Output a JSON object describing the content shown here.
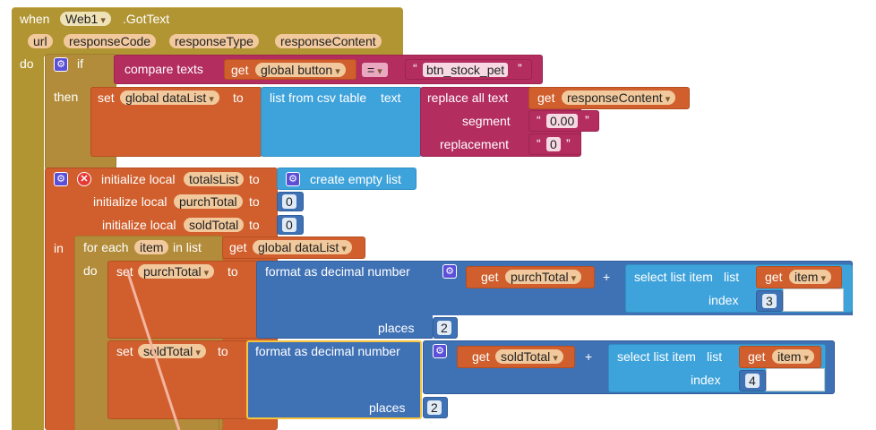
{
  "event": {
    "keyword_when": "when",
    "component": "Web1",
    "event_name": ".GotText",
    "params": [
      "url",
      "responseCode",
      "responseType",
      "responseContent"
    ],
    "keyword_do": "do"
  },
  "if_block": {
    "keyword_if": "if",
    "keyword_then": "then",
    "compare_label": "compare texts",
    "get_label": "get",
    "left_var": "global button",
    "operator": "=",
    "right_text": "btn_stock_pet"
  },
  "set_datalist": {
    "set_label": "set",
    "var": "global dataList",
    "to_label": "to",
    "csv_label": "list from csv table",
    "text_label": "text",
    "replace_label": "replace all text",
    "get_label": "get",
    "source_var": "responseContent",
    "segment_label": "segment",
    "segment_value": "0.00",
    "replacement_label": "replacement",
    "replacement_value": "0"
  },
  "init_local": {
    "init_label": "initialize local",
    "to_label": "to",
    "vars": [
      {
        "name": "totalsList",
        "value": "create empty list"
      },
      {
        "name": "purchTotal",
        "value": "0"
      },
      {
        "name": "soldTotal",
        "value": "0"
      }
    ],
    "keyword_in": "in"
  },
  "foreach": {
    "for_each_label": "for each",
    "item_var": "item",
    "in_list_label": "in list",
    "get_label": "get",
    "list_var": "global dataList",
    "keyword_do": "do"
  },
  "set_purch": {
    "set_label": "set",
    "var": "purchTotal",
    "to_label": "to",
    "format_label": "format as decimal number",
    "get_label": "get",
    "get_var": "purchTotal",
    "plus": "+",
    "select_label": "select list item",
    "list_label": "list",
    "list_get_label": "get",
    "list_var": "item",
    "index_label": "index",
    "index_value": "3",
    "places_label": "places",
    "places_value": "2"
  },
  "set_sold": {
    "set_label": "set",
    "var": "soldTotal",
    "to_label": "to",
    "format_label": "format as decimal number",
    "get_label": "get",
    "get_var": "soldTotal",
    "plus": "+",
    "select_label": "select list item",
    "list_label": "list",
    "list_get_label": "get",
    "list_var": "item",
    "index_label": "index",
    "index_value": "4",
    "places_label": "places",
    "places_value": "2"
  },
  "colors": {
    "event": "#B19533",
    "control": "#B28C3A",
    "text": "#B32D5E",
    "variable": "#D05F2D",
    "list": "#3FA3DB",
    "math": "#3F71B5",
    "selected_outline": "#F5C542"
  },
  "icons": {
    "mutator": "gear-icon",
    "error": "error-icon"
  }
}
